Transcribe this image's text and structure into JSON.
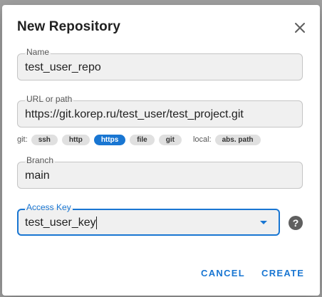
{
  "dialog": {
    "title": "New Repository",
    "close_icon": "close-icon"
  },
  "fields": {
    "name": {
      "label": "Name",
      "value": "test_user_repo"
    },
    "url": {
      "label": "URL or path",
      "value": "https://git.korep.ru/test_user/test_project.git"
    },
    "branch": {
      "label": "Branch",
      "value": "main"
    },
    "access_key": {
      "label": "Access Key",
      "value": "test_user_key"
    }
  },
  "url_types": {
    "git_prefix": "git:",
    "git_options": [
      "ssh",
      "http",
      "https",
      "file",
      "git"
    ],
    "selected": "https",
    "local_prefix": "local:",
    "local_options": [
      "abs. path"
    ]
  },
  "help_icon": {
    "icon": "question-circle-icon",
    "glyph": "?"
  },
  "actions": {
    "cancel_label": "CANCEL",
    "create_label": "CREATE"
  },
  "colors": {
    "accent": "#1976d2",
    "field_bg": "#f0f0f0",
    "overlay": "#9f9f9f"
  }
}
